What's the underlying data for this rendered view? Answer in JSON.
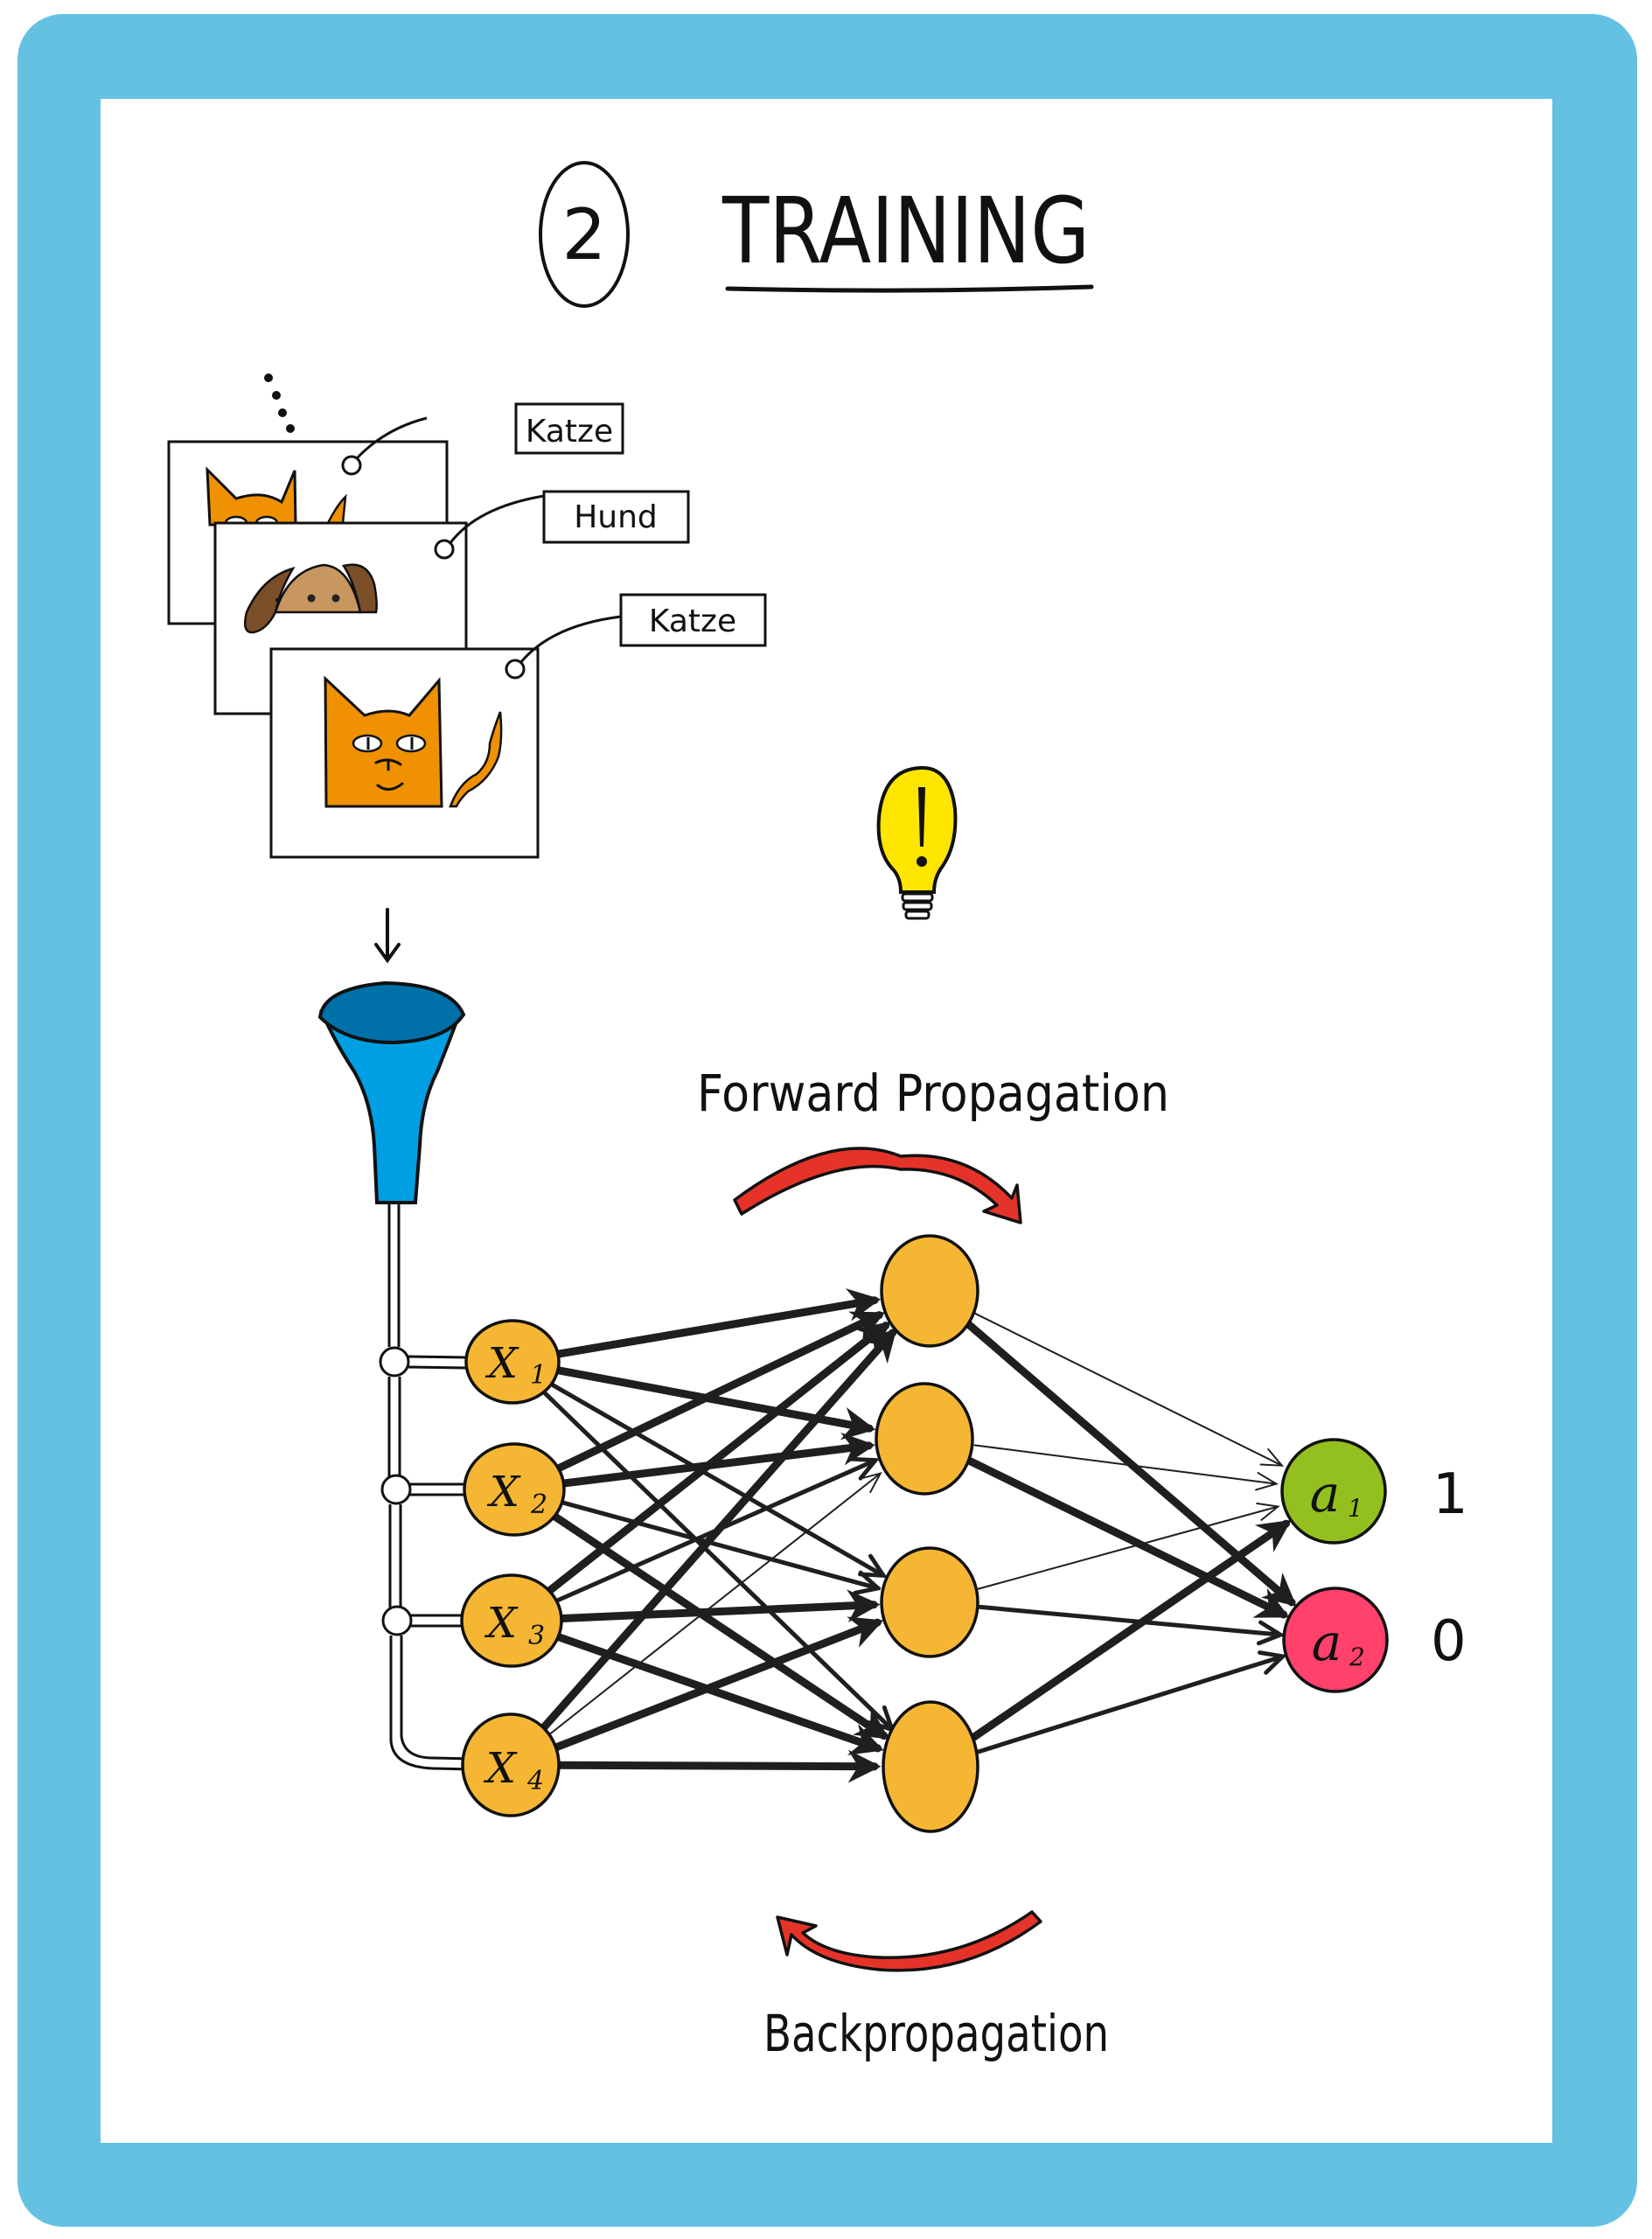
{
  "title": {
    "step_number": "2",
    "text": "TRAINING"
  },
  "training_images": {
    "more_indicator": "...",
    "items": [
      {
        "subject": "cat",
        "label": "Katze"
      },
      {
        "subject": "dog",
        "label": "Hund"
      },
      {
        "subject": "cat",
        "label": "Katze"
      }
    ]
  },
  "icons": {
    "idea": "lightbulb-exclamation-icon",
    "input_funnel": "funnel-icon"
  },
  "network": {
    "input_layer": [
      {
        "label": "X",
        "sub": "1"
      },
      {
        "label": "X",
        "sub": "2"
      },
      {
        "label": "X",
        "sub": "3"
      },
      {
        "label": "X",
        "sub": "4"
      }
    ],
    "hidden_layer_count": 4,
    "output_layer": [
      {
        "label": "a",
        "sub": "1",
        "value": "1",
        "color": "#93C01F"
      },
      {
        "label": "a",
        "sub": "2",
        "value": "0",
        "color": "#FF416B"
      }
    ],
    "node_color": "#F5B733",
    "edges_input_hidden": [
      {
        "from": 0,
        "to": 0,
        "weight": "strong"
      },
      {
        "from": 0,
        "to": 1,
        "weight": "strong"
      },
      {
        "from": 0,
        "to": 2,
        "weight": "medium"
      },
      {
        "from": 0,
        "to": 3,
        "weight": "medium"
      },
      {
        "from": 1,
        "to": 0,
        "weight": "strong"
      },
      {
        "from": 1,
        "to": 1,
        "weight": "strong"
      },
      {
        "from": 1,
        "to": 2,
        "weight": "medium"
      },
      {
        "from": 1,
        "to": 3,
        "weight": "strong"
      },
      {
        "from": 2,
        "to": 0,
        "weight": "strong"
      },
      {
        "from": 2,
        "to": 1,
        "weight": "medium"
      },
      {
        "from": 2,
        "to": 2,
        "weight": "strong"
      },
      {
        "from": 2,
        "to": 3,
        "weight": "strong"
      },
      {
        "from": 3,
        "to": 0,
        "weight": "strong"
      },
      {
        "from": 3,
        "to": 1,
        "weight": "thin"
      },
      {
        "from": 3,
        "to": 2,
        "weight": "strong"
      },
      {
        "from": 3,
        "to": 3,
        "weight": "strong"
      }
    ],
    "edges_hidden_output": [
      {
        "from": 0,
        "to": 0,
        "weight": "thin"
      },
      {
        "from": 0,
        "to": 1,
        "weight": "strong"
      },
      {
        "from": 1,
        "to": 0,
        "weight": "thin"
      },
      {
        "from": 1,
        "to": 1,
        "weight": "strong"
      },
      {
        "from": 2,
        "to": 0,
        "weight": "thin"
      },
      {
        "from": 2,
        "to": 1,
        "weight": "medium"
      },
      {
        "from": 3,
        "to": 0,
        "weight": "strong"
      },
      {
        "from": 3,
        "to": 1,
        "weight": "medium"
      }
    ]
  },
  "propagation": {
    "forward_label": "Forward Propagation",
    "backward_label": "Backpropagation",
    "arrow_color": "#E5332A"
  },
  "colors": {
    "frame": "#64C1E2",
    "cat": "#EF9100",
    "dog_ear": "#7B4F27",
    "dog_face": "#C8975F",
    "funnel_body": "#009FE3",
    "funnel_top": "#0071A8",
    "bulb": "#FFE600"
  }
}
